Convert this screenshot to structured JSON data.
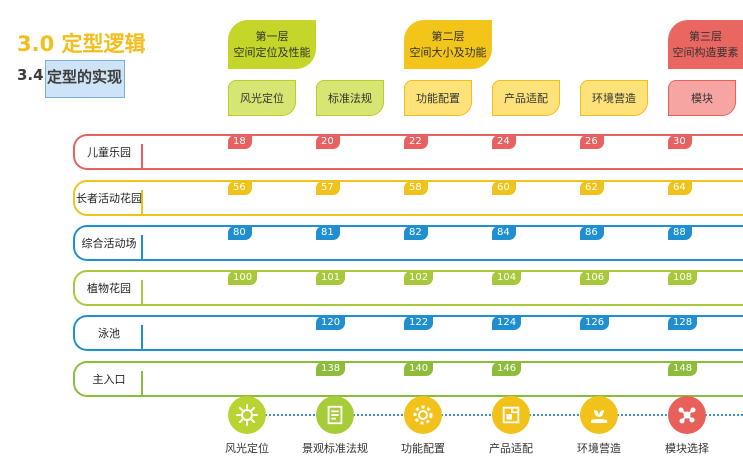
{
  "header": {
    "section_title": "3.0 定型逻辑",
    "sub_number": "3.4",
    "sub_text": "定型的实现"
  },
  "layers": [
    {
      "line1": "第一层",
      "line2": "空间定位及性能",
      "color": "#c4d62a"
    },
    {
      "line1": "第二层",
      "line2": "空间大小及功能",
      "color": "#f3c51a"
    },
    {
      "line1": "第三层",
      "line2": "空间构造要素",
      "color": "#ea6660"
    }
  ],
  "categories": [
    {
      "label": "风光定位",
      "color": "#d7e672",
      "border": "#b9cc2a"
    },
    {
      "label": "标准法规",
      "color": "#d7e672",
      "border": "#b9cc2a"
    },
    {
      "label": "功能配置",
      "color": "#fde27a",
      "border": "#f0be1e"
    },
    {
      "label": "产品适配",
      "color": "#fde27a",
      "border": "#f0be1e"
    },
    {
      "label": "环境营造",
      "color": "#fde27a",
      "border": "#f0be1e"
    },
    {
      "label": "模块",
      "color": "#f6a5a3",
      "border": "#e8605a"
    }
  ],
  "rows": [
    {
      "label": "儿童乐园",
      "color": "#e8605f",
      "numbers": [
        "18",
        "20",
        "22",
        "24",
        "26",
        "30"
      ]
    },
    {
      "label": "长者活动花园",
      "color": "#f0c21c",
      "numbers": [
        "56",
        "57",
        "58",
        "60",
        "62",
        "64"
      ]
    },
    {
      "label": "综合活动场",
      "color": "#1f8fd0",
      "numbers": [
        "80",
        "81",
        "82",
        "84",
        "86",
        "88"
      ]
    },
    {
      "label": "植物花园",
      "color": "#a6c83a",
      "numbers": [
        "100",
        "101",
        "102",
        "104",
        "106",
        "108"
      ]
    },
    {
      "label": "泳池",
      "color": "#1f8fd0",
      "numbers": [
        "",
        "120",
        "122",
        "124",
        "126",
        "128"
      ]
    },
    {
      "label": "主入口",
      "color": "#8cbc3a",
      "numbers": [
        "",
        "138",
        "140",
        "146",
        "",
        "148"
      ]
    }
  ],
  "bottom": [
    {
      "label": "风光定位",
      "icon": "sun-icon",
      "color": "#b9d432"
    },
    {
      "label": "景观标准法规",
      "icon": "document-icon",
      "color": "#a6cc38"
    },
    {
      "label": "功能配置",
      "icon": "gear-icon",
      "color": "#f2c21a"
    },
    {
      "label": "产品适配",
      "icon": "puzzle-box-icon",
      "color": "#f2c21a"
    },
    {
      "label": "环境营造",
      "icon": "hand-plant-icon",
      "color": "#f2c21a"
    },
    {
      "label": "模块选择",
      "icon": "molecule-icon",
      "color": "#e8605a"
    }
  ]
}
